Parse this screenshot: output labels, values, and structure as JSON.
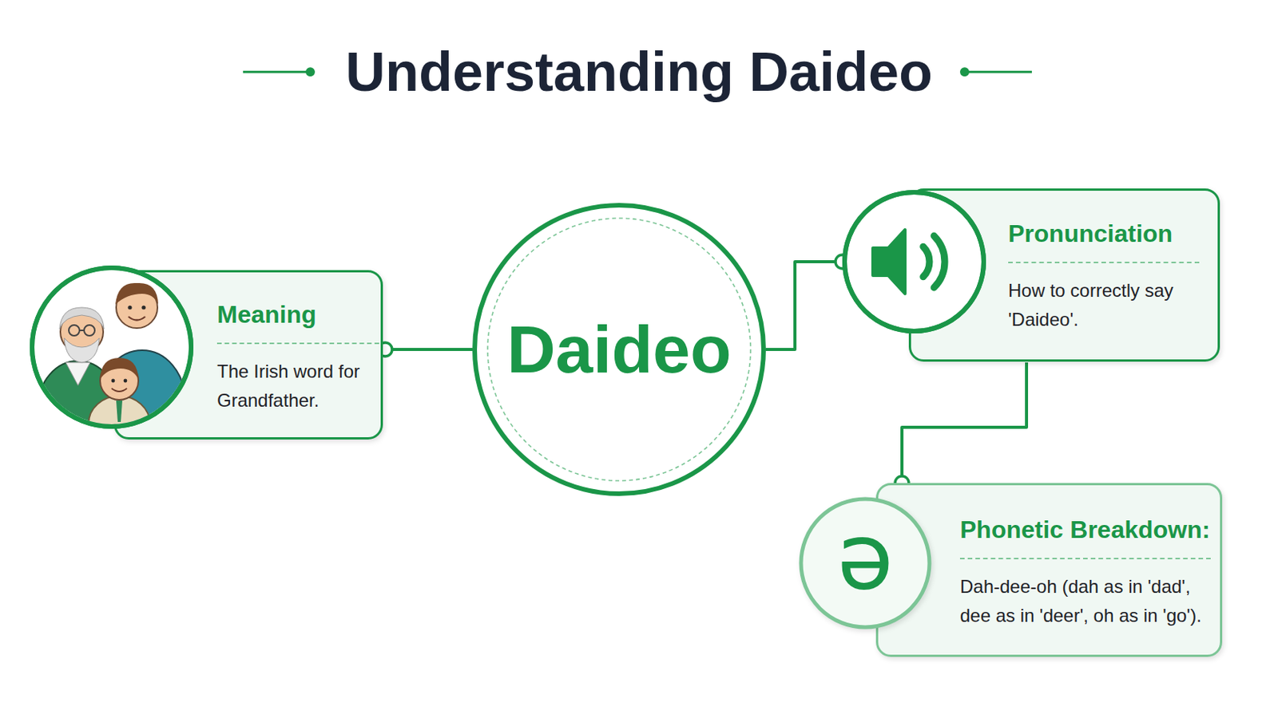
{
  "diagram": {
    "title": "Understanding Daideo",
    "nodes": [
      {
        "text": [
          "Meaning",
          "The Irish word for Grandfather."
        ]
      },
      {
        "text": [
          "Daideo"
        ]
      },
      {
        "text": [
          "Pronunciation",
          "How to correctly say 'Daideo'."
        ]
      },
      {
        "text": [
          "ə"
        ]
      },
      {
        "text": [
          "Phonetic Breakdown:",
          "Dah-dee-oh (dah as in 'dad', dee as in 'deer', oh as in 'go')."
        ]
      }
    ],
    "edges": [
      {
        "from": 0,
        "to": 1,
        "arrow": "none"
      },
      {
        "from": 1,
        "to": 2,
        "arrow": "none"
      },
      {
        "from": 2,
        "to": 4,
        "arrow": "none"
      }
    ]
  }
}
